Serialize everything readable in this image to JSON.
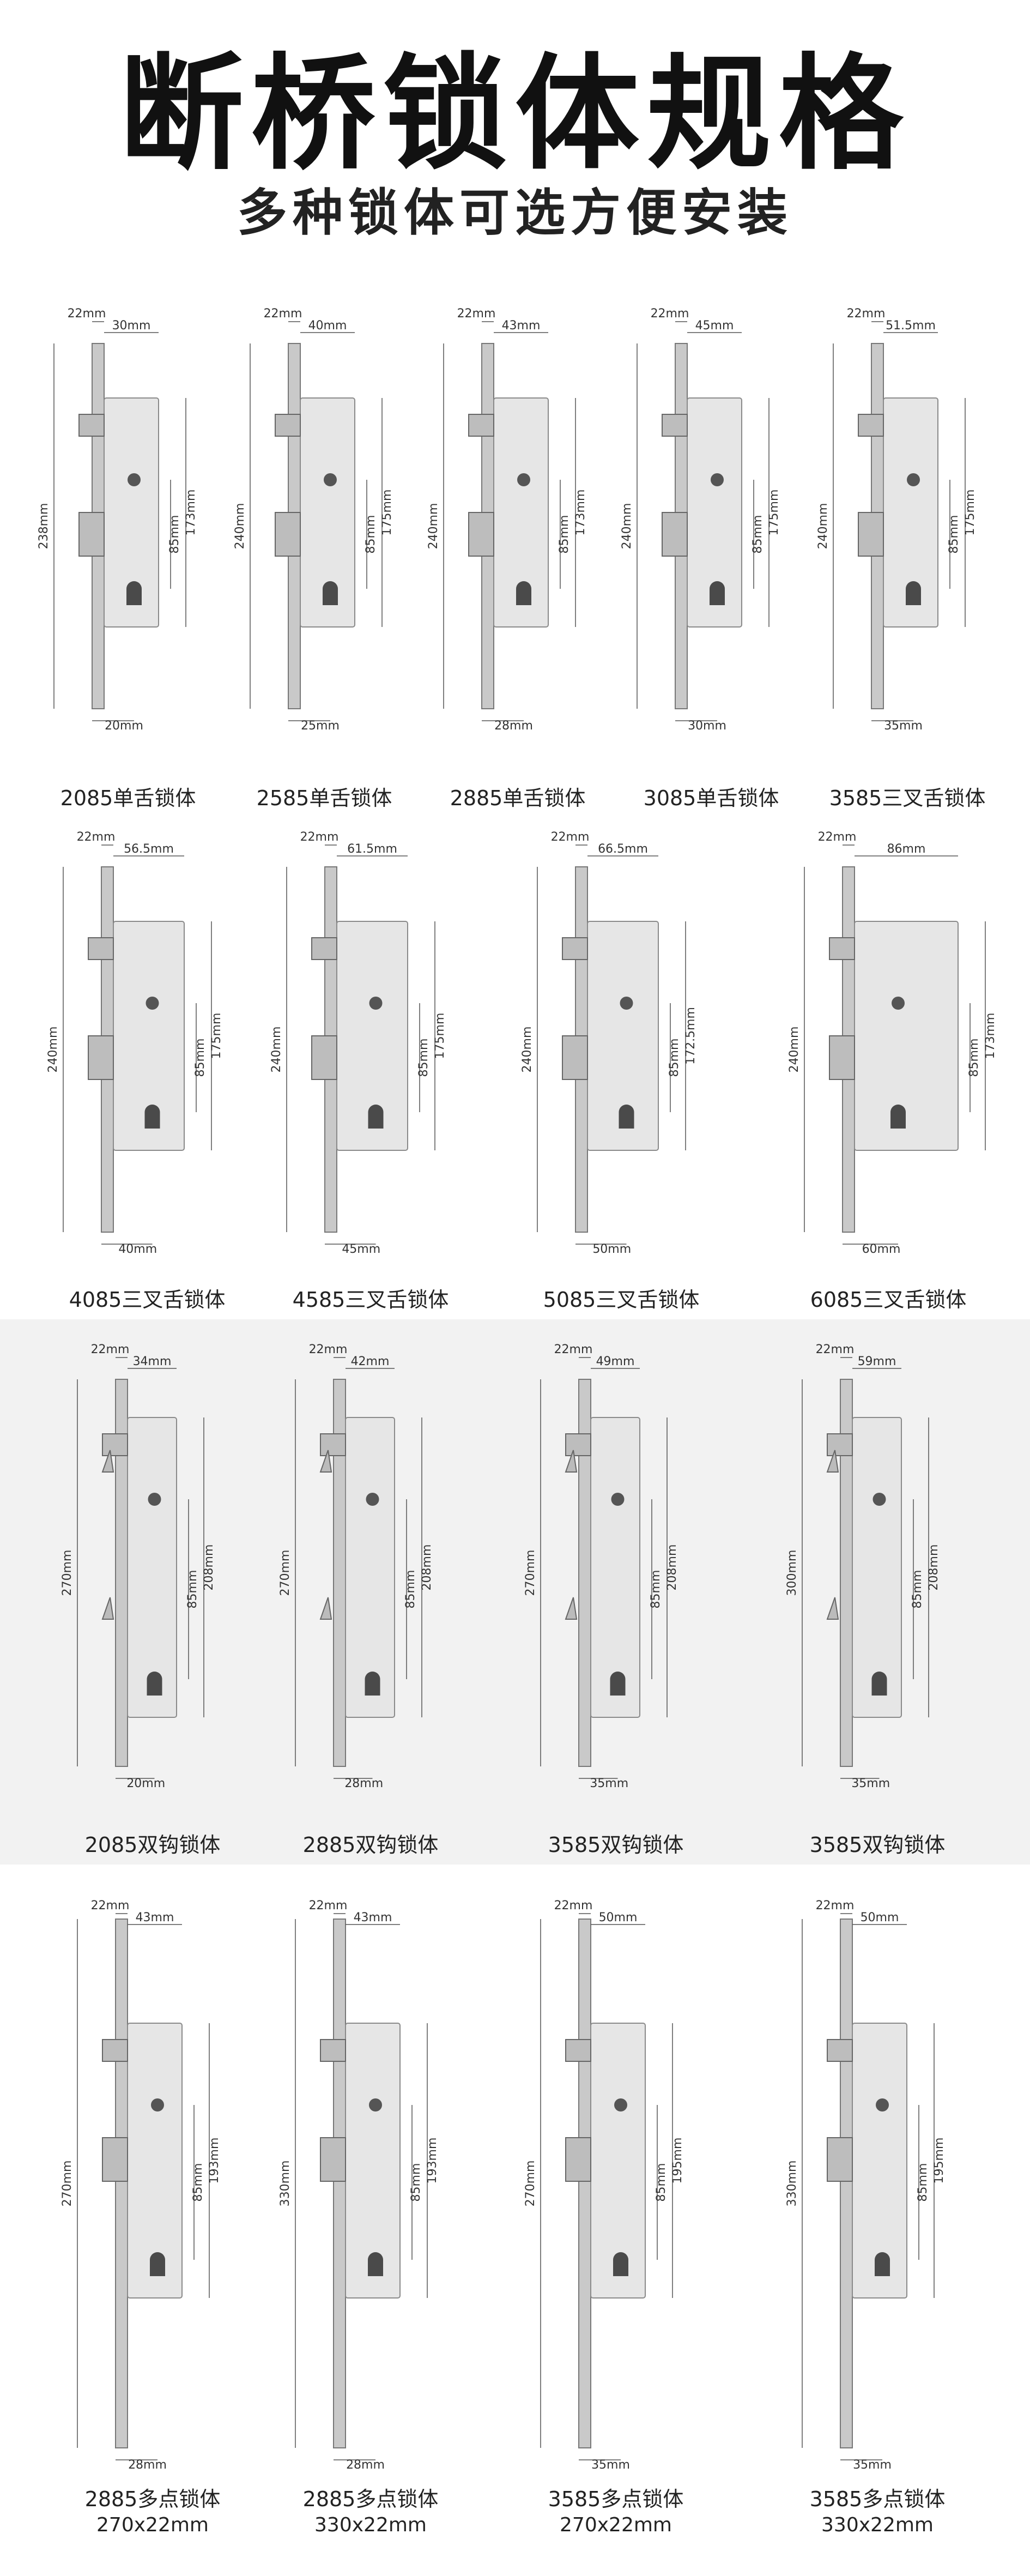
{
  "header": {
    "title": "断桥锁体规格",
    "subtitle": "多种锁体可选方便安装"
  },
  "rows": [
    {
      "items": [
        {
          "name": "2085单舌锁体",
          "face": "22mm",
          "depth": "30mm",
          "backset": "20mm",
          "height": "238mm",
          "span": "173mm",
          "center": "85mm"
        },
        {
          "name": "2585单舌锁体",
          "face": "22mm",
          "depth": "40mm",
          "backset": "25mm",
          "height": "240mm",
          "span": "175mm",
          "center": "85mm"
        },
        {
          "name": "2885单舌锁体",
          "face": "22mm",
          "depth": "43mm",
          "backset": "28mm",
          "height": "240mm",
          "span": "173mm",
          "center": "85mm"
        },
        {
          "name": "3085单舌锁体",
          "face": "22mm",
          "depth": "45mm",
          "backset": "30mm",
          "height": "240mm",
          "span": "175mm",
          "center": "85mm"
        },
        {
          "name": "3585三叉舌锁体",
          "face": "22mm",
          "depth": "51.5mm",
          "backset": "35mm",
          "height": "240mm",
          "span": "175mm",
          "center": "85mm"
        }
      ]
    },
    {
      "items": [
        {
          "name": "4085三叉舌锁体",
          "face": "22mm",
          "depth": "56.5mm",
          "backset": "40mm",
          "height": "240mm",
          "span": "175mm",
          "center": "85mm"
        },
        {
          "name": "4585三叉舌锁体",
          "face": "22mm",
          "depth": "61.5mm",
          "backset": "45mm",
          "height": "240mm",
          "span": "175mm",
          "center": "85mm"
        },
        {
          "name": "5085三叉舌锁体",
          "face": "22mm",
          "depth": "66.5mm",
          "backset": "50mm",
          "height": "240mm",
          "span": "172.5mm",
          "center": "85mm"
        },
        {
          "name": "6085三叉舌锁体",
          "face": "22mm",
          "depth": "86mm",
          "backset": "60mm",
          "height": "240mm",
          "span": "173mm",
          "center": "85mm"
        }
      ]
    },
    {
      "items": [
        {
          "name": "2085双钩锁体",
          "face": "22mm",
          "depth": "34mm",
          "backset": "20mm",
          "height": "270mm",
          "span": "208mm",
          "center": "85mm"
        },
        {
          "name": "2885双钩锁体",
          "face": "22mm",
          "depth": "42mm",
          "backset": "28mm",
          "height": "270mm",
          "span": "208mm",
          "center": "85mm"
        },
        {
          "name": "3585双钩锁体",
          "face": "22mm",
          "depth": "49mm",
          "backset": "35mm",
          "height": "270mm",
          "span": "208mm",
          "center": "85mm"
        },
        {
          "name": "3585双钩锁体",
          "face": "22mm",
          "depth": "59mm",
          "backset": "35mm",
          "height": "300mm",
          "span": "208mm",
          "center": "85mm"
        }
      ]
    },
    {
      "items": [
        {
          "name": "2885多点锁体",
          "size": "270x22mm",
          "face": "22mm",
          "depth": "43mm",
          "backset": "28mm",
          "height": "270mm",
          "span": "193mm",
          "center": "85mm"
        },
        {
          "name": "2885多点锁体",
          "size": "330x22mm",
          "face": "22mm",
          "depth": "43mm",
          "backset": "28mm",
          "height": "330mm",
          "span": "193mm",
          "center": "85mm"
        },
        {
          "name": "3585多点锁体",
          "size": "270x22mm",
          "face": "22mm",
          "depth": "50mm",
          "backset": "35mm",
          "height": "270mm",
          "span": "195mm",
          "center": "85mm"
        },
        {
          "name": "3585多点锁体",
          "size": "330x22mm",
          "face": "22mm",
          "depth": "50mm",
          "backset": "35mm",
          "height": "330mm",
          "span": "195mm",
          "center": "85mm"
        }
      ]
    }
  ]
}
